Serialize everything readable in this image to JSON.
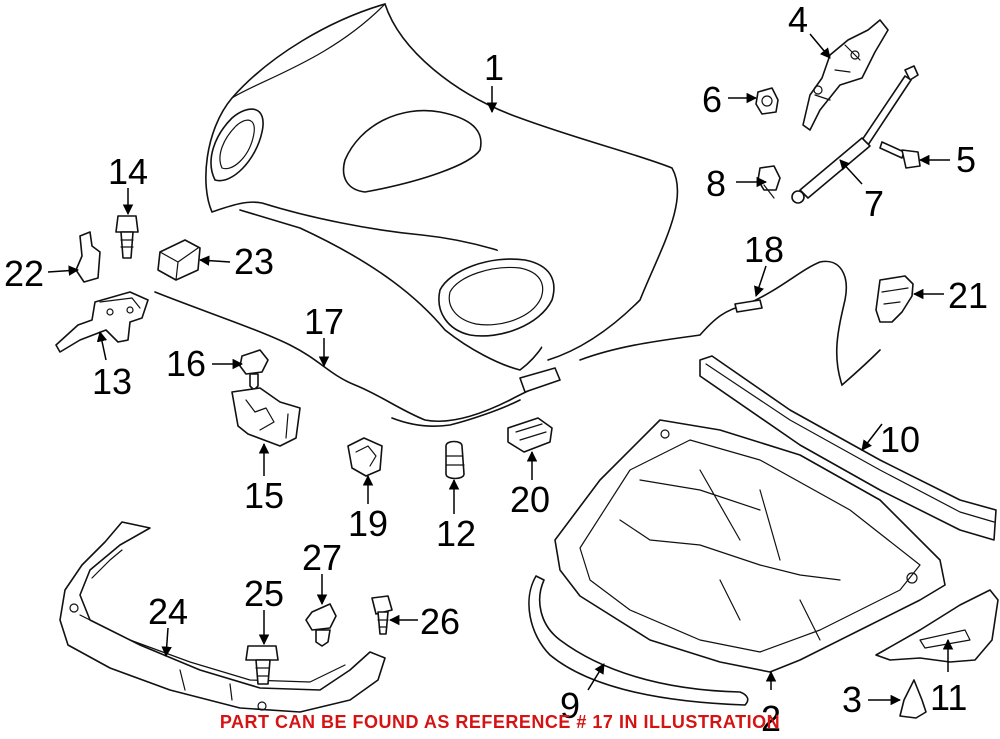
{
  "callouts": [
    "1",
    "2",
    "3",
    "4",
    "5",
    "6",
    "7",
    "8",
    "9",
    "10",
    "11",
    "12",
    "13",
    "14",
    "15",
    "16",
    "17",
    "18",
    "19",
    "20",
    "21",
    "22",
    "23",
    "24",
    "25",
    "26",
    "27"
  ],
  "footer_note": "PART CAN BE FOUND AS REFERENCE # 17 IN ILLUSTRATION",
  "colors": {
    "line": "#111111",
    "note": "#d61313",
    "background": "#ffffff"
  }
}
